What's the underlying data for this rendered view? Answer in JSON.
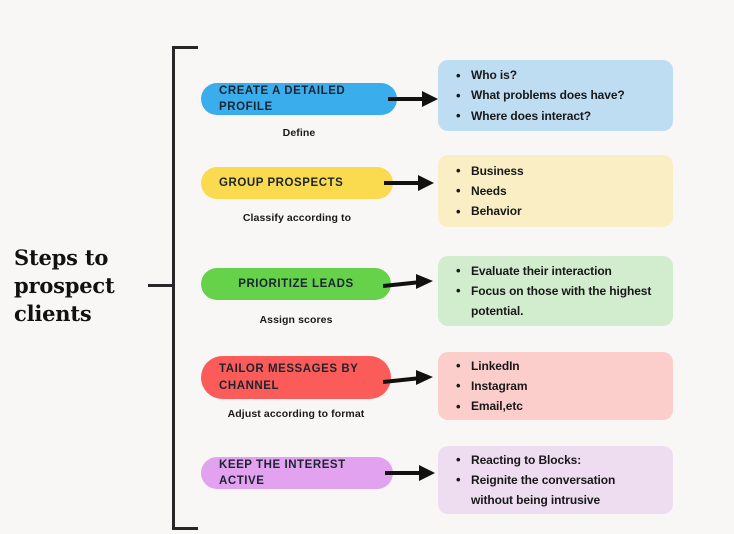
{
  "diagram": {
    "title": "Steps to prospect clients",
    "background_color": "#f8f7f5",
    "bracket_color": "#27272a",
    "arrow_color": "#111111",
    "steps": [
      {
        "index": 1,
        "pill_label": "CREATE A DETAILED PROFILE",
        "pill_color": "#3aaeec",
        "pill_text_color": "#1b2430",
        "caption": "Define",
        "box_color": "#bfddf2",
        "bullets": [
          "Who is?",
          "What problems does have?",
          "Where does interact?"
        ]
      },
      {
        "index": 2,
        "pill_label": "GROUP PROSPECTS",
        "pill_color": "#fada4e",
        "pill_text_color": "#1b2430",
        "caption": "Classify according to",
        "box_color": "#faeec4",
        "bullets": [
          "Business",
          "Needs",
          "Behavior"
        ]
      },
      {
        "index": 3,
        "pill_label": "PRIORITIZE LEADS",
        "pill_color": "#66d24a",
        "pill_text_color": "#1b2430",
        "caption": "Assign scores",
        "box_color": "#d2ecce",
        "bullets": [
          "Evaluate their interaction",
          "Focus on those with the highest potential."
        ]
      },
      {
        "index": 4,
        "pill_label": "TAILOR MESSAGES BY\nCHANNEL",
        "pill_color": "#fb5c59",
        "pill_text_color": "#1b2430",
        "caption": "Adjust according to format",
        "box_color": "#fbcdcb",
        "bullets": [
          "LinkedIn",
          "Instagram",
          "Email,etc"
        ]
      },
      {
        "index": 5,
        "pill_label": "KEEP THE INTEREST ACTIVE",
        "pill_color": "#e2a2ef",
        "pill_text_color": "#1b2430",
        "caption": "",
        "box_color": "#eedcf1",
        "bullets": [
          "Reacting to Blocks:",
          "Reignite the conversation without being intrusive"
        ]
      }
    ]
  }
}
